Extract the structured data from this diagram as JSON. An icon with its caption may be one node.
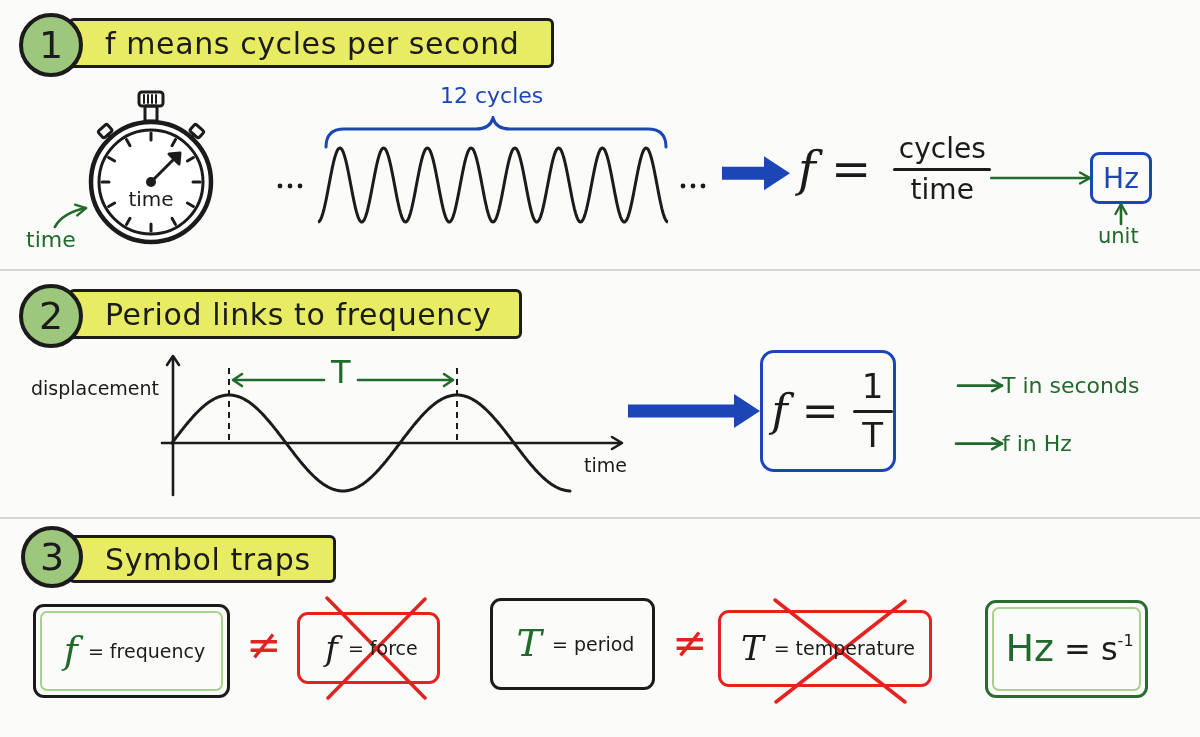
{
  "diagram": {
    "nodes": [
      {
        "text": [
          "1"
        ]
      },
      {
        "text": [
          "f means cycles per second"
        ]
      },
      {
        "text": [
          "time"
        ]
      },
      {
        "text": [
          "time"
        ]
      },
      {
        "text": [],
        "shape": "picture"
      },
      {
        "text": [
          "f =",
          "cycles",
          "time"
        ]
      },
      {
        "text": [
          "Hz"
        ]
      },
      {
        "text": [
          "unit"
        ]
      },
      {
        "text": [
          "2"
        ]
      },
      {
        "text": [
          "Period links to frequency"
        ]
      },
      {
        "text": [],
        "shape": "picture"
      },
      {
        "text": [
          "f =",
          "1",
          "T"
        ]
      },
      {
        "text": [
          "T in seconds"
        ]
      },
      {
        "text": [
          "f in Hz"
        ]
      },
      {
        "text": [
          "3"
        ]
      },
      {
        "text": [
          "Symbol traps"
        ]
      },
      {
        "text": [
          "f",
          "= frequency"
        ]
      },
      {
        "text": [
          "f",
          "= force"
        ]
      },
      {
        "text": [
          "T",
          "= period"
        ]
      },
      {
        "text": [
          "T",
          "= temperature"
        ]
      },
      {
        "text": [
          "Hz",
          "= s$^{-1}$"
        ]
      }
    ],
    "edges": [
      {
        "from": 3,
        "to": 2,
        "arrow": "to"
      },
      {
        "from": 4,
        "to": 5,
        "arrow": "to",
        "style": "thick",
        "color": "#1c45b5"
      },
      {
        "from": 5,
        "to": 6,
        "arrow": "to"
      },
      {
        "from": 7,
        "to": 6,
        "arrow": "to"
      },
      {
        "from": 10,
        "to": 11,
        "arrow": "to",
        "style": "thick",
        "color": "#1c45b5"
      },
      {
        "from": null,
        "to": 12,
        "arrow": "to"
      },
      {
        "from": null,
        "to": 13,
        "arrow": "to"
      }
    ],
    "labels": [
      "12 cycles",
      "T",
      "displacement",
      "time",
      "≠",
      "≠"
    ]
  }
}
